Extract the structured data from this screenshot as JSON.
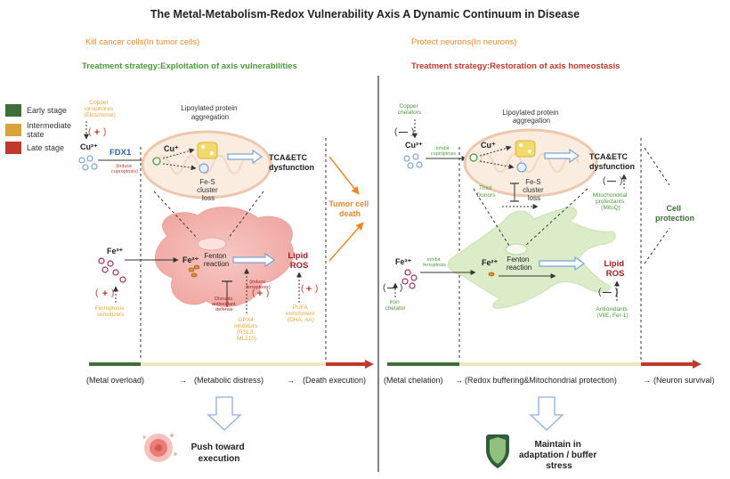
{
  "title": "The Metal-Metabolism-Redox Vulnerability Axis A Dynamic Continuum in Disease",
  "left": {
    "heading": "Kill cancer cells(In tumor cells)",
    "strategy": "Treatment strategy:Exploitation of axis vulnerabilities",
    "copper_ionophores": [
      "Copper",
      "ionophores",
      "(Elesclomol)"
    ],
    "fdx1": "FDX1",
    "induce_cuproptosis": [
      "(induce",
      "cuproptosis)"
    ],
    "cu2": "Cu²⁺",
    "cu1": "Cu⁺",
    "lipoylated": [
      "Lipoylated protein",
      "aggregation"
    ],
    "fes": [
      "Fe-S",
      "cluster",
      "loss"
    ],
    "tca": [
      "TCA&ETC",
      "dysfunction"
    ],
    "tumor_death": [
      "Tumor cell",
      "death"
    ],
    "fe3": "Fe³⁺",
    "fe2": "Fe²⁺",
    "fenton": [
      "Fenton",
      "reaction"
    ],
    "lipid_ros": [
      "Lipid",
      "ROS"
    ],
    "ferroptosis_sensitizers": [
      "Ferroptosis",
      "sensitizers"
    ],
    "disrupts": [
      "Disrupts",
      "antioxidant",
      "defense"
    ],
    "induce_ferroptosis": [
      "(induce",
      "ferroptosis)"
    ],
    "gpx4": [
      "GPX4",
      "inhibitors",
      "(RSL3,",
      "ML210)"
    ],
    "pufa": [
      "PUFA",
      "enrichment",
      "(DHA, AA)"
    ],
    "plus": "+",
    "timeline": [
      "(Metal overload)",
      "→",
      "(Metabolic distress)",
      "→",
      "(Death execution)"
    ],
    "outcome": [
      "Push toward",
      "execution"
    ]
  },
  "right": {
    "heading": "Protect neurons(In neurons)",
    "strategy": "Treatment strategy:Restoration of axis homeostasis",
    "copper_chelators": [
      "Copper",
      "chelators"
    ],
    "inhibit_cuproptosis": [
      "inhibit",
      "cuproptosis"
    ],
    "cu2": "Cu²⁺",
    "cu1": "Cu⁺",
    "lipoylated": [
      "Lipoylated protein",
      "aggregation"
    ],
    "thiol": [
      "Thiol",
      "Donors"
    ],
    "fes": [
      "Fe-S",
      "cluster",
      "loss"
    ],
    "tca": [
      "TCA&ETC",
      "dysfunction"
    ],
    "mito_protectants": [
      "Mitochondrial",
      "protectants",
      "(MitoQ)"
    ],
    "cell_protection": [
      "Cell",
      "protection"
    ],
    "fe3": "Fe³⁺",
    "fe2": "Fe²⁺",
    "inhibit_ferroptosis": [
      "inhibit",
      "ferroptosis"
    ],
    "fenton": [
      "Fenton",
      "reaction"
    ],
    "lipid_ros": [
      "Lipid",
      "ROS"
    ],
    "iron_chelator": [
      "Iron",
      "chelator"
    ],
    "antioxidants": [
      "Antioxidants",
      "(VitE, Fer-1)"
    ],
    "minus": "—",
    "timeline": [
      "(Metal chelation)",
      "→",
      "(Redox buffering&Mitochondrial protection)",
      "→",
      "(Neuron survival)"
    ],
    "outcome": [
      "Maintain in",
      "adaptation / buffer",
      "stress"
    ]
  },
  "legend": [
    {
      "label": "Early stage",
      "color": "#3f6e3a"
    },
    {
      "label": "Intermediate state",
      "color": "#d8a437"
    },
    {
      "label": "Late stage",
      "color": "#c0392b"
    }
  ],
  "colors": {
    "orange": "#e8892b",
    "green": "#4a9a3a",
    "red": "#c0392b",
    "darkred": "#9b1c1c",
    "gold": "#e0a83a",
    "darkgreen": "#3b6e35",
    "timeline_mid": "#f3e4bf"
  }
}
